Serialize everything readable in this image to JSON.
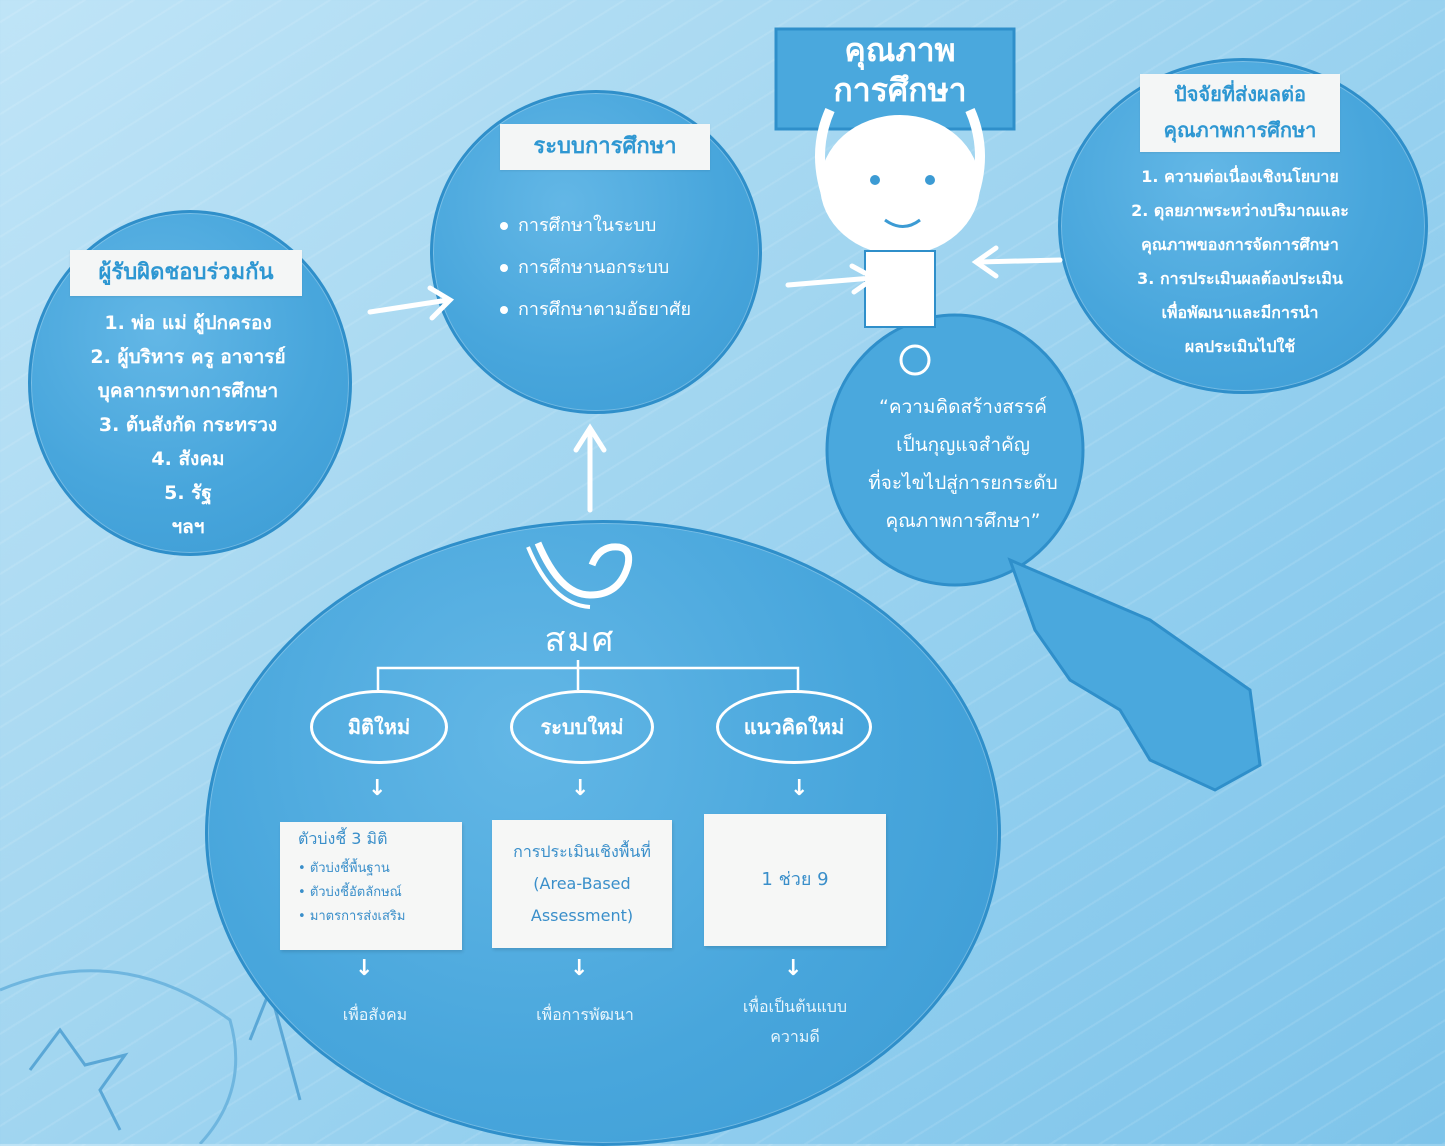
{
  "title": {
    "line1": "คุณภาพ",
    "line2": "การศึกษา"
  },
  "shared_responsibility": {
    "heading": "ผู้รับผิดชอบร่วมกัน",
    "items": [
      "1. พ่อ แม่ ผู้ปกครอง",
      "2. ผู้บริหาร ครู อาจารย์",
      "บุคลากรทางการศึกษา",
      "3. ต้นสังกัด กระทรวง",
      "4. สังคม",
      "5. รัฐ",
      "ฯลฯ"
    ]
  },
  "education_system": {
    "heading": "ระบบการศึกษา",
    "items": [
      "การศึกษาในระบบ",
      "การศึกษานอกระบบ",
      "การศึกษาตามอัธยาศัย"
    ]
  },
  "factors": {
    "heading_line1": "ปัจจัยที่ส่งผลต่อ",
    "heading_line2": "คุณภาพการศึกษา",
    "items": [
      "1. ความต่อเนื่องเชิงนโยบาย",
      "2. ดุลยภาพระหว่างปริมาณและ",
      "คุณภาพของการจัดการศึกษา",
      "3. การประเมินผลต้องประเมิน",
      "เพื่อพัฒนาและมีการนำ",
      "ผลประเมินไปใช้"
    ]
  },
  "key_quote": {
    "lines": [
      "“ความคิดสร้างสรรค์",
      "เป็นกุญแจสำคัญ",
      "ที่จะไขไปสู่การยกระดับ",
      "คุณภาพการศึกษา”"
    ]
  },
  "onesqa": {
    "logo_text": "สมศ",
    "branches": [
      {
        "oval": "มิติใหม่",
        "box_title": "ตัวบ่งชี้ 3 มิติ",
        "box_items": [
          "ตัวบ่งชี้พื้นฐาน",
          "ตัวบ่งชี้อัตลักษณ์",
          "มาตรการส่งเสริม"
        ],
        "result": [
          "เพื่อสังคม"
        ]
      },
      {
        "oval": "ระบบใหม่",
        "box_lines": [
          "การประเมินเชิงพื้นที่",
          "(Area-Based",
          "Assessment)"
        ],
        "result": [
          "เพื่อการพัฒนา"
        ]
      },
      {
        "oval": "แนวคิดใหม่",
        "box_lines": [
          "1 ช่วย 9"
        ],
        "result": [
          "เพื่อเป็นต้นแบบ",
          "ความดี"
        ]
      }
    ]
  },
  "colors": {
    "circle": "#48a6dc",
    "label_text": "#2e97d2",
    "background": "#a7d8f1"
  }
}
